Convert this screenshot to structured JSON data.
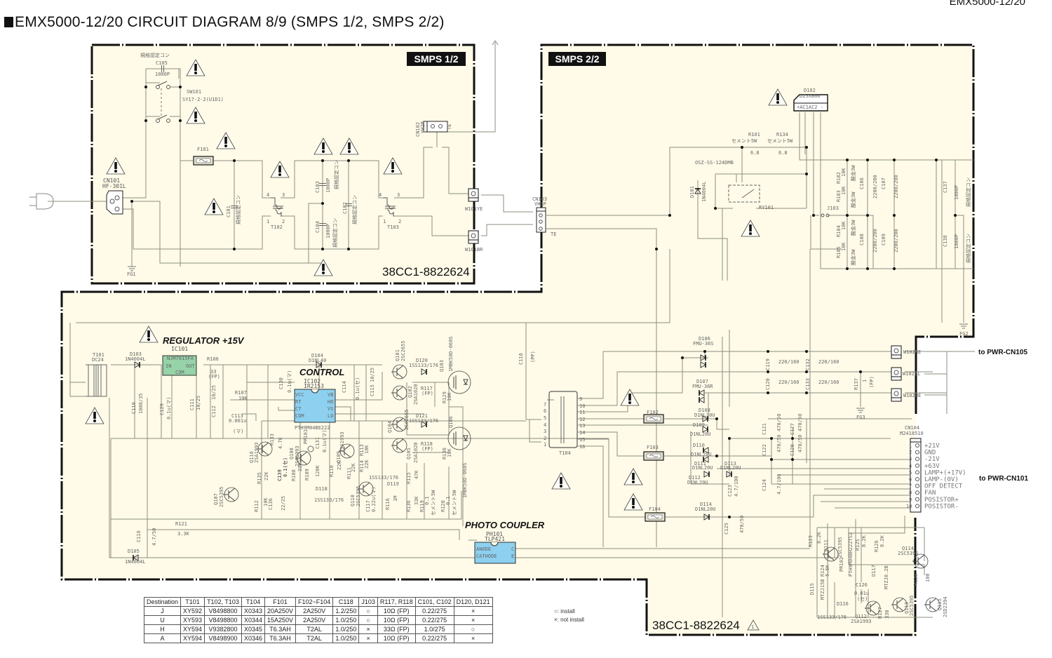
{
  "page": {
    "title": "EMX5000-12/20 CIRCUIT DIAGRAM 8/9 (SMPS 1/2, SMPS 2/2)",
    "model_header": "EMX5000-12/20"
  },
  "sections": {
    "smps1": {
      "tag": "SMPS 1/2",
      "board_code": "38CC1-8822624"
    },
    "smps2": {
      "tag": "SMPS 2/2",
      "board_code": "38CC1-8822624",
      "revision_mark": "1"
    }
  },
  "colors": {
    "board_fill": "#fffbe8",
    "ic_blue": "#8dd0f0",
    "ic_green": "#97d3a8",
    "wire": "#8c8c80",
    "border": "#111111"
  },
  "block_labels": {
    "regulator": "REGULATOR +15V",
    "control": "CONTROL",
    "photo_coupler": "PHOTO COUPLER"
  },
  "components": {
    "C105": {
      "ref": "C105",
      "value": "1000P",
      "note": "規格認定コン"
    },
    "SW101": {
      "ref": "SW101",
      "value": "SY17-2-2(U1D1)"
    },
    "F101": {
      "ref": "F101"
    },
    "CN101": {
      "ref": "CN101",
      "value": "HF-301L"
    },
    "FG1": {
      "ref": "FG1"
    },
    "C101": {
      "ref": "C101",
      "note": "規格認定コン"
    },
    "T102": {
      "ref": "T102"
    },
    "C103": {
      "ref": "C103",
      "value": "1000P",
      "note": "規格認定コン"
    },
    "C104": {
      "ref": "C104",
      "value": "1000P",
      "note": "規格認定コン"
    },
    "C102": {
      "ref": "C102",
      "note": "規格認定コン"
    },
    "T103": {
      "ref": "T103"
    },
    "CN102": {
      "ref": "CN102",
      "value": "VH2P",
      "note": "TE"
    },
    "W101YE": {
      "ref": "W101YE"
    },
    "W101BR": {
      "ref": "W101BR"
    },
    "CN103": {
      "ref": "CN103",
      "value": "VH3P",
      "note": "TE"
    },
    "D102": {
      "ref": "D102",
      "value": "D25XB60",
      "pins": "+AC1AC2 -"
    },
    "R101": {
      "ref": "R101",
      "value": "6.8",
      "note": "セメント5W"
    },
    "R134": {
      "ref": "R134",
      "value": "6.8",
      "note": "セメント5W"
    },
    "RY101": {
      "ref": "RY101",
      "value": "OSZ-SS-124DMB"
    },
    "D101": {
      "ref": "D101",
      "value": "1N4004L"
    },
    "J103": {
      "ref": "J103"
    },
    "R102": {
      "ref": "R102",
      "value": "10K",
      "note": "酸金3W"
    },
    "R103": {
      "ref": "R103",
      "value": "10K",
      "note": "酸金3W"
    },
    "R104": {
      "ref": "R104",
      "value": "10K",
      "note": "酸金3W"
    },
    "R105": {
      "ref": "R105",
      "value": "10K",
      "note": "酸金3W"
    },
    "C106": {
      "ref": "C106",
      "value": "2200/200"
    },
    "C107": {
      "ref": "C107",
      "value": "2200/200"
    },
    "C108": {
      "ref": "C108",
      "value": "2200/200"
    },
    "C109": {
      "ref": "C109",
      "value": "2200/200"
    },
    "C137": {
      "ref": "C137",
      "value": "1000P",
      "note": "規格認定コン"
    },
    "C138": {
      "ref": "C138",
      "value": "1000P",
      "note": "規格認定コン"
    },
    "FG2": {
      "ref": "FG2"
    },
    "T101": {
      "ref": "T101",
      "value": "DC24"
    },
    "D103": {
      "ref": "D103",
      "value": "1N4004L"
    },
    "IC101": {
      "ref": "IC101",
      "value": "NJM7815FA",
      "pin_in": "IN",
      "pin_out": "OUT",
      "pin_com": "COM"
    },
    "R106": {
      "ref": "R106",
      "value": "33",
      "note": "(FP)"
    },
    "C110": {
      "ref": "C110",
      "value": "1000/35"
    },
    "C129": {
      "ref": "C129",
      "value": "0.1u(マ)"
    },
    "C111": {
      "ref": "C111",
      "value": "10/25"
    },
    "C112": {
      "ref": "C112",
      "value": "10/25"
    },
    "R107": {
      "ref": "R107",
      "value": "10K"
    },
    "C113": {
      "ref": "C113",
      "value": "0.001u",
      "note": "(マ)"
    },
    "C130": {
      "ref": "C130",
      "value": "0.1u(マ)"
    },
    "D104": {
      "ref": "D104",
      "value": "D1NL40"
    },
    "IC102": {
      "ref": "IC102",
      "value": "IR2153",
      "part": "PTH9M04BE222",
      "pins_left": [
        "VCC",
        "RT",
        "CT",
        "COM"
      ],
      "pins_right": [
        "VB",
        "HO",
        "VS",
        "LO"
      ]
    },
    "C114": {
      "ref": "C114",
      "value": "0.1u(セ)"
    },
    "C115": {
      "ref": "C115",
      "value": "10/25"
    },
    "Q101": {
      "ref": "Q101",
      "value": "2SC2655"
    },
    "Q102": {
      "ref": "Q102",
      "value": "2SA1020"
    },
    "D120": {
      "ref": "D120",
      "value": "1SS133/176"
    },
    "R117": {
      "ref": "R117",
      "note": "(FP)"
    },
    "R129": {
      "ref": "R129",
      "value": "10K"
    },
    "Q103": {
      "ref": "Q103",
      "value": "1MBK50D-060S"
    },
    "Q104": {
      "ref": "Q104",
      "value": "2SC2655"
    },
    "Q105": {
      "ref": "Q105",
      "value": "2SA1020"
    },
    "D121": {
      "ref": "D121",
      "value": "1SS133/176"
    },
    "R118": {
      "ref": "R118",
      "note": "(FP)"
    },
    "R130": {
      "ref": "R130",
      "value": "10K"
    },
    "Q106": {
      "ref": "Q106",
      "value": "1MBK50D-060S"
    },
    "Q116": {
      "ref": "Q116",
      "value": "2SA1993"
    },
    "R133": {
      "ref": "R133",
      "value": "4.7K"
    },
    "C139": {
      "ref": "C139",
      "value": "0.1(セ)"
    },
    "Q108": {
      "ref": "Q108",
      "value": "2SA1993"
    },
    "PR101": {
      "ref": "PR101"
    },
    "C131": {
      "ref": "C131",
      "value": "0.1u(マ)"
    },
    "Q109": {
      "ref": "Q109",
      "value": "2SA1993"
    },
    "R113": {
      "ref": "R113",
      "value": "10K"
    },
    "R114": {
      "ref": "R114",
      "value": "22K"
    },
    "R135": {
      "ref": "R135",
      "value": "22K"
    },
    "R108": {
      "ref": "R108",
      "value": "22K"
    },
    "R109": {
      "ref": "R109",
      "value": "120K"
    },
    "R110": {
      "ref": "R110",
      "value": "22K"
    },
    "R111": {
      "ref": "R111",
      "value": "22K"
    },
    "Q107": {
      "ref": "Q107",
      "value": "2SC5395"
    },
    "R112": {
      "ref": "R112",
      "value": "10K"
    },
    "C136": {
      "ref": "C136",
      "value": "22/25"
    },
    "D118": {
      "ref": "D118",
      "value": "1SS133/176"
    },
    "Q110": {
      "ref": "Q110",
      "value": "2SC5395"
    },
    "C117": {
      "ref": "C117",
      "value": "0.22u(マ)"
    },
    "R116": {
      "ref": "R116",
      "value": "1M"
    },
    "D119": {
      "ref": "D119",
      "value": "1SS133/176"
    },
    "R115": {
      "ref": "R115",
      "value": "47K"
    },
    "R136": {
      "ref": "R136",
      "value": "33K"
    },
    "R119": {
      "ref": "R119",
      "value": "0.1",
      "note": "セメント5W"
    },
    "R120": {
      "ref": "R120",
      "value": "0.1",
      "note": "セメント5W"
    },
    "R121": {
      "ref": "R121",
      "value": "3.3K"
    },
    "C116": {
      "ref": "C116",
      "value": "4.7/50"
    },
    "D105": {
      "ref": "D105",
      "value": "1N4004L"
    },
    "PH101": {
      "ref": "PH101",
      "value": "TLP421",
      "pins_left": [
        "ANODE",
        "CATHODE"
      ],
      "pins_right": [
        "C",
        "E"
      ]
    },
    "C118": {
      "ref": "C118",
      "note": "(PP)"
    },
    "T104": {
      "ref": "T104"
    },
    "F102": {
      "ref": "F102"
    },
    "F103": {
      "ref": "F103"
    },
    "F104": {
      "ref": "F104"
    },
    "D106": {
      "ref": "D106",
      "value": "FMU-36S"
    },
    "D107": {
      "ref": "D107",
      "value": "FMU-36R"
    },
    "D108": {
      "ref": "D108",
      "value": "D1NL20U"
    },
    "D109": {
      "ref": "D109",
      "value": "D1NL20U"
    },
    "D110": {
      "ref": "D110",
      "value": "D1NL20U"
    },
    "D111": {
      "ref": "D111",
      "value": "D1NL20U"
    },
    "D112": {
      "ref": "D112",
      "value": "D1NL20U"
    },
    "D113": {
      "ref": "D113",
      "value": "D1NL20U"
    },
    "D114": {
      "ref": "D114",
      "value": "D1NL20U"
    },
    "C119": {
      "ref": "C119",
      "value": "220/160"
    },
    "C120": {
      "ref": "C120",
      "value": "220/160"
    },
    "C132": {
      "ref": "C132",
      "value": "220/160"
    },
    "C133": {
      "ref": "C133",
      "value": "220/160"
    },
    "R137": {
      "ref": "R137",
      "value": "1",
      "note": "(FP)"
    },
    "FG3": {
      "ref": "FG3"
    },
    "C121": {
      "ref": "C121",
      "value": "470/50"
    },
    "C122": {
      "ref": "C122",
      "value": "470/50"
    },
    "C127": {
      "ref": "C127",
      "value": "470/50"
    },
    "C128": {
      "ref": "C128",
      "value": "470/50"
    },
    "C123": {
      "ref": "C123",
      "value": "4.7/100"
    },
    "C124": {
      "ref": "C124",
      "value": "4.7/100"
    },
    "C125": {
      "ref": "C125",
      "value": "470/50"
    },
    "W102RE": {
      "ref": "W102RE"
    },
    "W102BL": {
      "ref": "W102BL"
    },
    "W102BE": {
      "ref": "W102BE"
    },
    "CN104": {
      "ref": "CN104",
      "value": "M2418510"
    },
    "R123": {
      "ref": "R123",
      "value": "8.2K"
    },
    "Q111": {
      "ref": "Q111",
      "value": "2SC5395"
    },
    "R124": {
      "ref": "R124",
      "value": "5.6K"
    },
    "PR102": {
      "ref": "PR102",
      "value": "PTH9M04BH222TS2"
    },
    "R125": {
      "ref": "R125",
      "value": "8.2K"
    },
    "R126": {
      "ref": "R126",
      "value": "8.2K"
    },
    "D117": {
      "ref": "D117",
      "value": "MTZJ8.2B"
    },
    "C126": {
      "ref": "C126",
      "value": "0.01u",
      "note": "(セ)"
    },
    "D115": {
      "ref": "D115",
      "value": "MTZJ15B"
    },
    "D116": {
      "ref": "D116",
      "value": "1SS133/176"
    },
    "Q112": {
      "ref": "Q112",
      "value": "2SA1993"
    },
    "R127": {
      "ref": "R127",
      "value": "330"
    },
    "Q113": {
      "ref": "Q113",
      "value": "2SC5395"
    },
    "Q114": {
      "ref": "Q114",
      "value": "2SC5395"
    },
    "R128": {
      "ref": "R128",
      "value": "100"
    },
    "Q115": {
      "ref": "Q115",
      "value": "2SD2394"
    }
  },
  "cn104_pins": [
    {
      "num": "1",
      "label": "+21V"
    },
    {
      "num": "2",
      "label": "GND"
    },
    {
      "num": "3",
      "label": "-21V"
    },
    {
      "num": "4",
      "label": "+63V"
    },
    {
      "num": "5",
      "label": "LAMP+(+17V)"
    },
    {
      "num": "6",
      "label": "LAMP-(0V)"
    },
    {
      "num": "7",
      "label": "OFF DETECT"
    },
    {
      "num": "8",
      "label": "FAN"
    },
    {
      "num": "9",
      "label": "POSISTOR+"
    },
    {
      "num": "10",
      "label": "POSISTOR-"
    }
  ],
  "t104_pins": [
    "9",
    "10",
    "11",
    "12",
    "13",
    "14",
    "15",
    "16",
    "7",
    "6",
    "5",
    "4",
    "3",
    "2",
    "1"
  ],
  "external": {
    "to_pwr_cn105": "to PWR-CN105",
    "to_pwr_cn101": "to PWR-CN101"
  },
  "destination_table": {
    "headers": [
      "Destination",
      "T101",
      "T102, T103",
      "T104",
      "F101",
      "F102~F104",
      "C118",
      "J103",
      "R117, R118",
      "C101, C102",
      "D120, D121"
    ],
    "rows": [
      [
        "J",
        "XY592",
        "V8498800",
        "X0343",
        "20A250V",
        "2A250V",
        "1.2/250",
        "○",
        "10Ω (FP)",
        "0.22/275",
        "×"
      ],
      [
        "U",
        "XY593",
        "V8498800",
        "X0344",
        "15A250V",
        "2A250V",
        "1.0/250",
        "○",
        "10Ω (FP)",
        "0.22/275",
        "×"
      ],
      [
        "H",
        "XY594",
        "V9382800",
        "X0345",
        "T6.3AH",
        "T2AL",
        "1.0/250",
        "×",
        "33Ω (FP)",
        "1.0/275",
        "○"
      ],
      [
        "A",
        "XY594",
        "V8498900",
        "X0346",
        "T6.3AH",
        "T2AL",
        "1.0/250",
        "×",
        "10Ω (FP)",
        "0.22/275",
        "×"
      ]
    ],
    "legend": [
      {
        "symbol": "○",
        "meaning": ": install"
      },
      {
        "symbol": "×",
        "meaning": ": not install"
      }
    ]
  }
}
